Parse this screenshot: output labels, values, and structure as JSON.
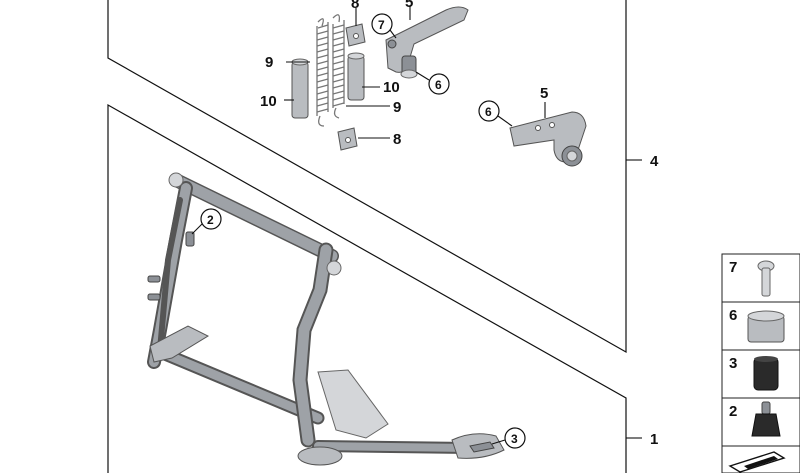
{
  "callouts": {
    "part_1": "1",
    "part_2": "2",
    "part_3": "3",
    "part_4": "4",
    "part_5_top": "5",
    "part_5": "5",
    "part_6_top": "6",
    "part_6": "6",
    "part_7": "7",
    "part_8_top": "8",
    "part_8": "8",
    "part_9_left": "9",
    "part_9": "9",
    "part_10_left": "10",
    "part_10": "10"
  },
  "kit_panel": {
    "items": [
      {
        "label": "7",
        "icon": "bolt-icon"
      },
      {
        "label": "6",
        "icon": "bushing-icon"
      },
      {
        "label": "3",
        "icon": "rubber-cap-icon"
      },
      {
        "label": "2",
        "icon": "stop-buffer-icon"
      },
      {
        "label": "",
        "icon": "grease-icon"
      }
    ]
  },
  "colors": {
    "line": "#111111",
    "metal": "#b9bcc0",
    "metal_dark": "#8c9096"
  }
}
